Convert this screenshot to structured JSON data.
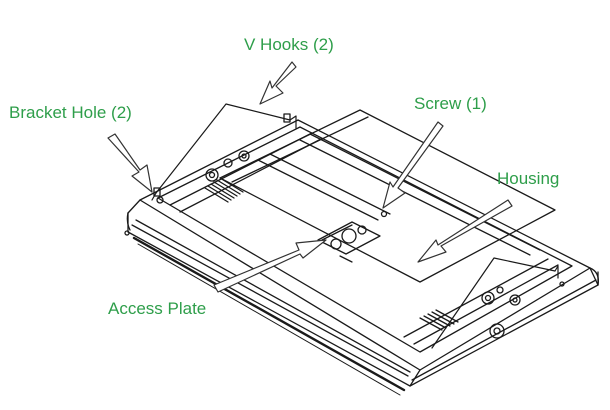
{
  "labels": {
    "v_hooks": "V Hooks (2)",
    "bracket_hole": "Bracket Hole (2)",
    "screw": "Screw (1)",
    "housing": "Housing",
    "access_plate": "Access Plate"
  },
  "colors": {
    "label": "#2e9e4a",
    "line": "#1a1a1a",
    "callout_arrow": "#333333",
    "background": "#ffffff"
  }
}
